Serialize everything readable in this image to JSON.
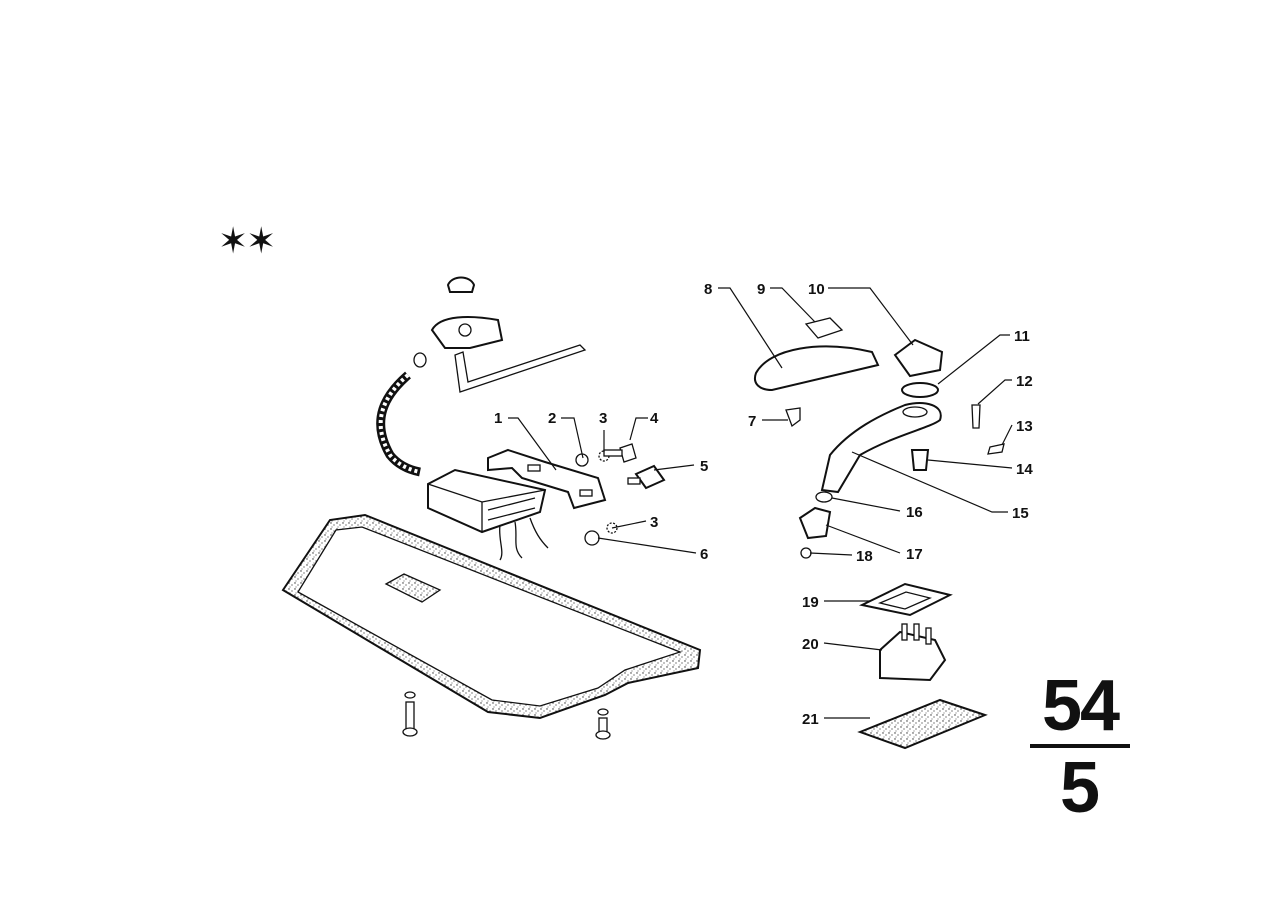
{
  "diagram": {
    "marker": "✶✶",
    "group_number": {
      "major": "54",
      "minor": "5"
    },
    "callouts": [
      {
        "id": "1",
        "label": "1"
      },
      {
        "id": "2",
        "label": "2"
      },
      {
        "id": "3a",
        "label": "3"
      },
      {
        "id": "4",
        "label": "4"
      },
      {
        "id": "5",
        "label": "5"
      },
      {
        "id": "3b",
        "label": "3"
      },
      {
        "id": "6",
        "label": "6"
      },
      {
        "id": "7",
        "label": "7"
      },
      {
        "id": "8",
        "label": "8"
      },
      {
        "id": "9",
        "label": "9"
      },
      {
        "id": "10",
        "label": "10"
      },
      {
        "id": "11",
        "label": "11"
      },
      {
        "id": "12",
        "label": "12"
      },
      {
        "id": "13",
        "label": "13"
      },
      {
        "id": "14",
        "label": "14"
      },
      {
        "id": "15",
        "label": "15"
      },
      {
        "id": "16",
        "label": "16"
      },
      {
        "id": "17",
        "label": "17"
      },
      {
        "id": "18",
        "label": "18"
      },
      {
        "id": "19",
        "label": "19"
      },
      {
        "id": "20",
        "label": "20"
      },
      {
        "id": "21",
        "label": "21"
      }
    ]
  }
}
